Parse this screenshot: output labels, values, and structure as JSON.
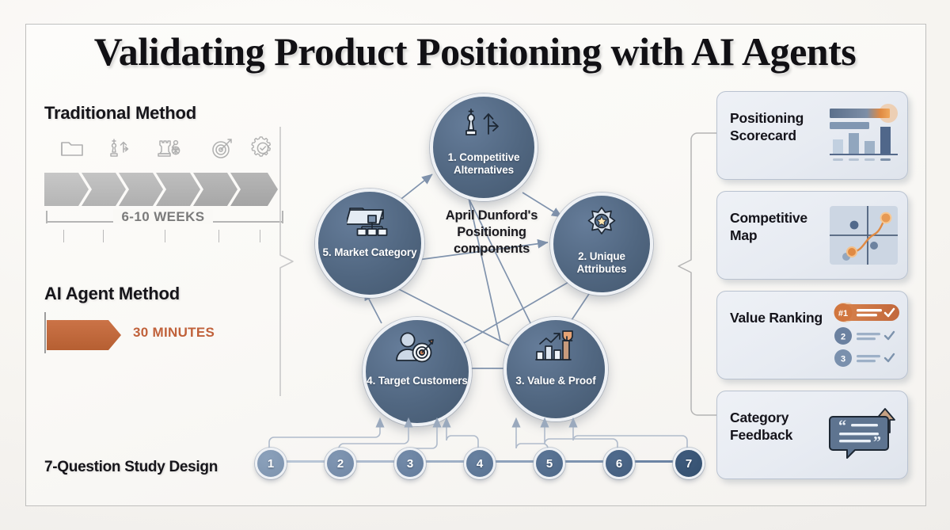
{
  "title": "Validating Product Positioning with AI Agents",
  "left_panel": {
    "traditional": {
      "heading": "Traditional Method",
      "duration_label": "6-10 WEEKS",
      "icons": [
        "folder-icon",
        "chess-king-arrow-icon",
        "rook-network-icon",
        "target-icon",
        "gear-check-icon"
      ],
      "segments": 6
    },
    "ai_agent": {
      "heading": "AI Agent Method",
      "duration_label": "30 MINUTES",
      "accent_color": "#c0613a"
    }
  },
  "center_diagram": {
    "center_text": "April Dunford's Positioning components",
    "node_color": "#516781",
    "nodes": [
      {
        "id": "n1",
        "label": "1. Competitive Alternatives",
        "icon": "chess-king-split-arrow-icon"
      },
      {
        "id": "n2",
        "label": "2. Unique Attributes",
        "icon": "sheriff-badge-star-icon"
      },
      {
        "id": "n3",
        "label": "3. Value & Proof",
        "icon": "bar-chart-trophy-icon"
      },
      {
        "id": "n4",
        "label": "4. Target Customers",
        "icon": "person-target-icon"
      },
      {
        "id": "n5",
        "label": "5. Market Category",
        "icon": "folder-hierarchy-icon"
      }
    ]
  },
  "output_cards": [
    {
      "id": "c1",
      "title": "Positioning Scorecard",
      "art": "bar-chart-art"
    },
    {
      "id": "c2",
      "title": "Competitive Map",
      "art": "quadrant-scatter-art"
    },
    {
      "id": "c3",
      "title": "Value Ranking",
      "art": "ranked-list-art"
    },
    {
      "id": "c4",
      "title": "Category Feedback",
      "art": "speech-bubble-arrow-art"
    }
  ],
  "value_ranking": {
    "rows": [
      {
        "rank": "#1",
        "highlighted": true
      },
      {
        "rank": "2",
        "highlighted": false
      },
      {
        "rank": "3",
        "highlighted": false
      }
    ]
  },
  "study_design": {
    "label": "7-Question Study Design",
    "questions": [
      "1",
      "2",
      "3",
      "4",
      "5",
      "6",
      "7"
    ]
  },
  "colors": {
    "background": "#faf9f6",
    "frame_border": "#bfbfbd",
    "node_blue": "#516781",
    "accent_orange": "#c0613a",
    "gray_chevron": "#b5b5b5",
    "connector": "#8fa0b6"
  }
}
